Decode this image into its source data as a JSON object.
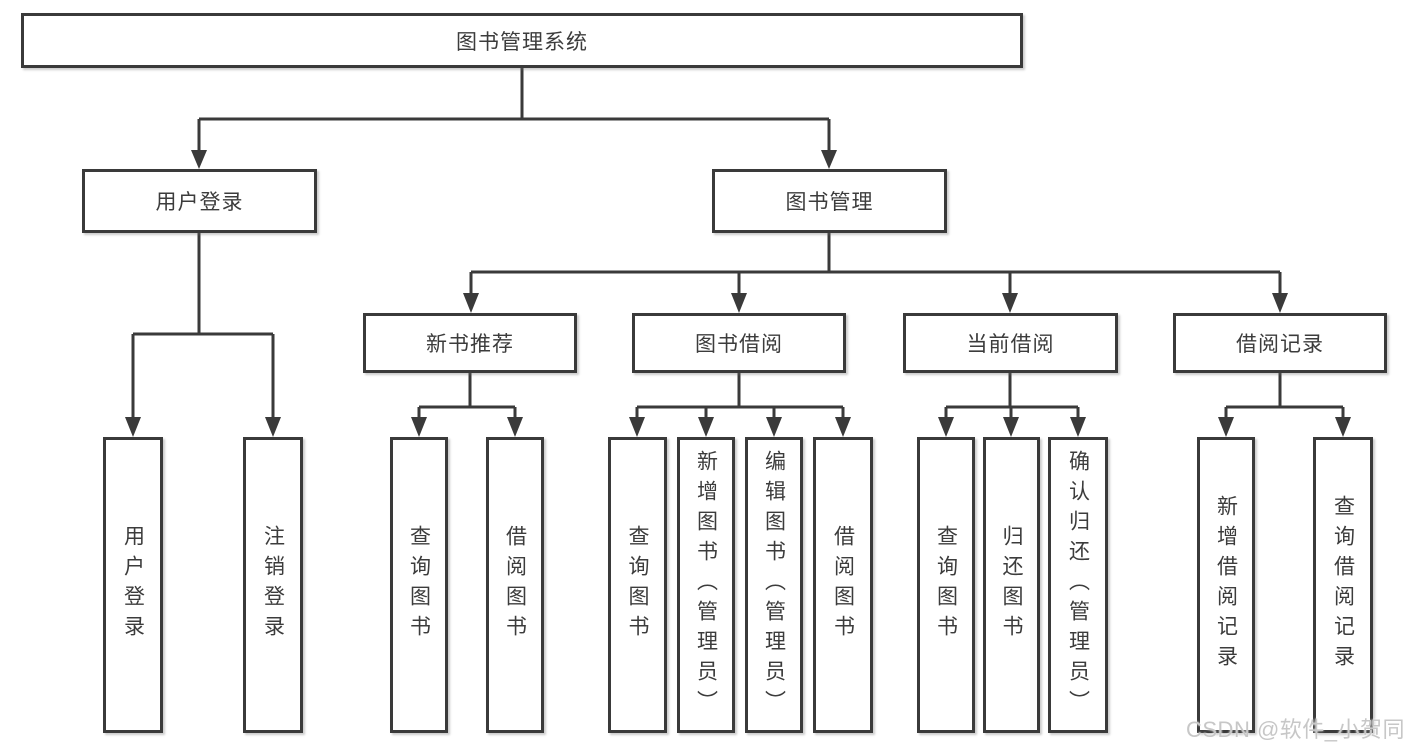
{
  "diagram": {
    "root": {
      "label": "图书管理系统"
    },
    "user_login": {
      "label": "用户登录",
      "children": [
        {
          "label": "用户登录"
        },
        {
          "label": "注销登录"
        }
      ]
    },
    "book_mgmt": {
      "label": "图书管理"
    },
    "new_book": {
      "label": "新书推荐",
      "children": [
        {
          "label": "查询图书"
        },
        {
          "label": "借阅图书"
        }
      ]
    },
    "borrowing": {
      "label": "图书借阅",
      "children": [
        {
          "label": "查询图书"
        },
        {
          "label": "新增图书（管理员）"
        },
        {
          "label": "编辑图书（管理员）"
        },
        {
          "label": "借阅图书"
        }
      ]
    },
    "current": {
      "label": "当前借阅",
      "children": [
        {
          "label": "查询图书"
        },
        {
          "label": "归还图书"
        },
        {
          "label": "确认归还（管理员）"
        }
      ]
    },
    "records": {
      "label": "借阅记录",
      "children": [
        {
          "label": "新增借阅记录"
        },
        {
          "label": "查询借阅记录"
        }
      ]
    }
  },
  "watermark": {
    "text": "CSDN @软件_小贺同学"
  },
  "colors": {
    "line": "#3a3a3a",
    "text": "#3c3c3c",
    "watermark": "#c7c7c7"
  }
}
